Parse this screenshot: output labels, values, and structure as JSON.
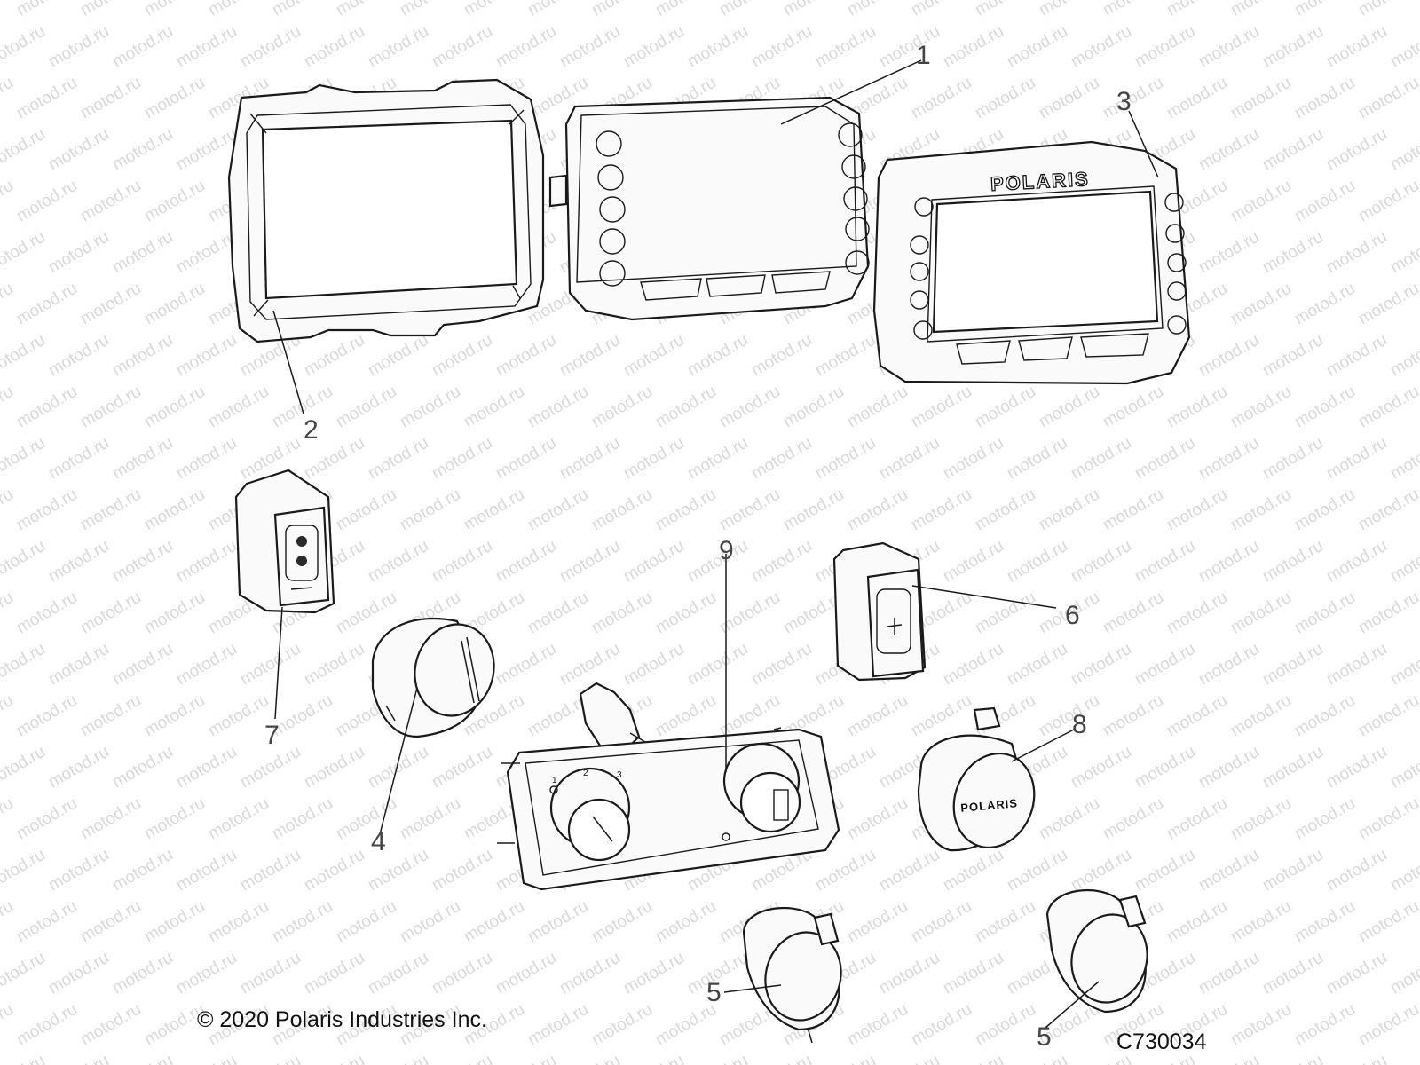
{
  "watermark": "motod.ru",
  "copyright": "© 2020 Polaris Industries Inc.",
  "diagram_code": "C730034",
  "brand_text": "POLARIS",
  "callouts": [
    "1",
    "2",
    "3",
    "4",
    "5",
    "5",
    "6",
    "7",
    "8",
    "9"
  ],
  "knob_scale": [
    "1",
    "2",
    "3"
  ]
}
